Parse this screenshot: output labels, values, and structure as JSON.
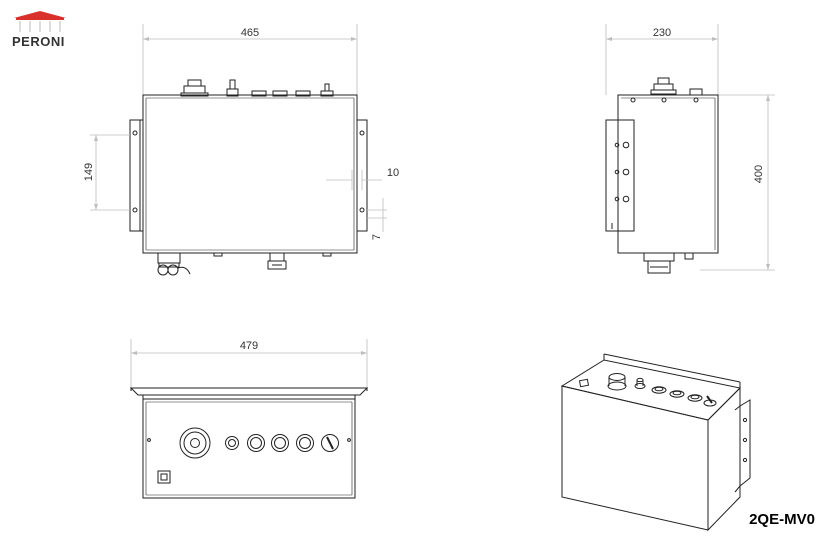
{
  "brand": {
    "name": "PERONI",
    "accent_color": "#d9302c"
  },
  "model_label": "2QE-MV0",
  "dimensions": {
    "top_width": "465",
    "side_width": "230",
    "side_height": "400",
    "bracket_span": "149",
    "bracket_gap": "10",
    "bracket_offset": "7",
    "front_width": "479"
  },
  "colors": {
    "line": "#222222",
    "dim_line": "#bdbdbd",
    "background": "#ffffff"
  }
}
